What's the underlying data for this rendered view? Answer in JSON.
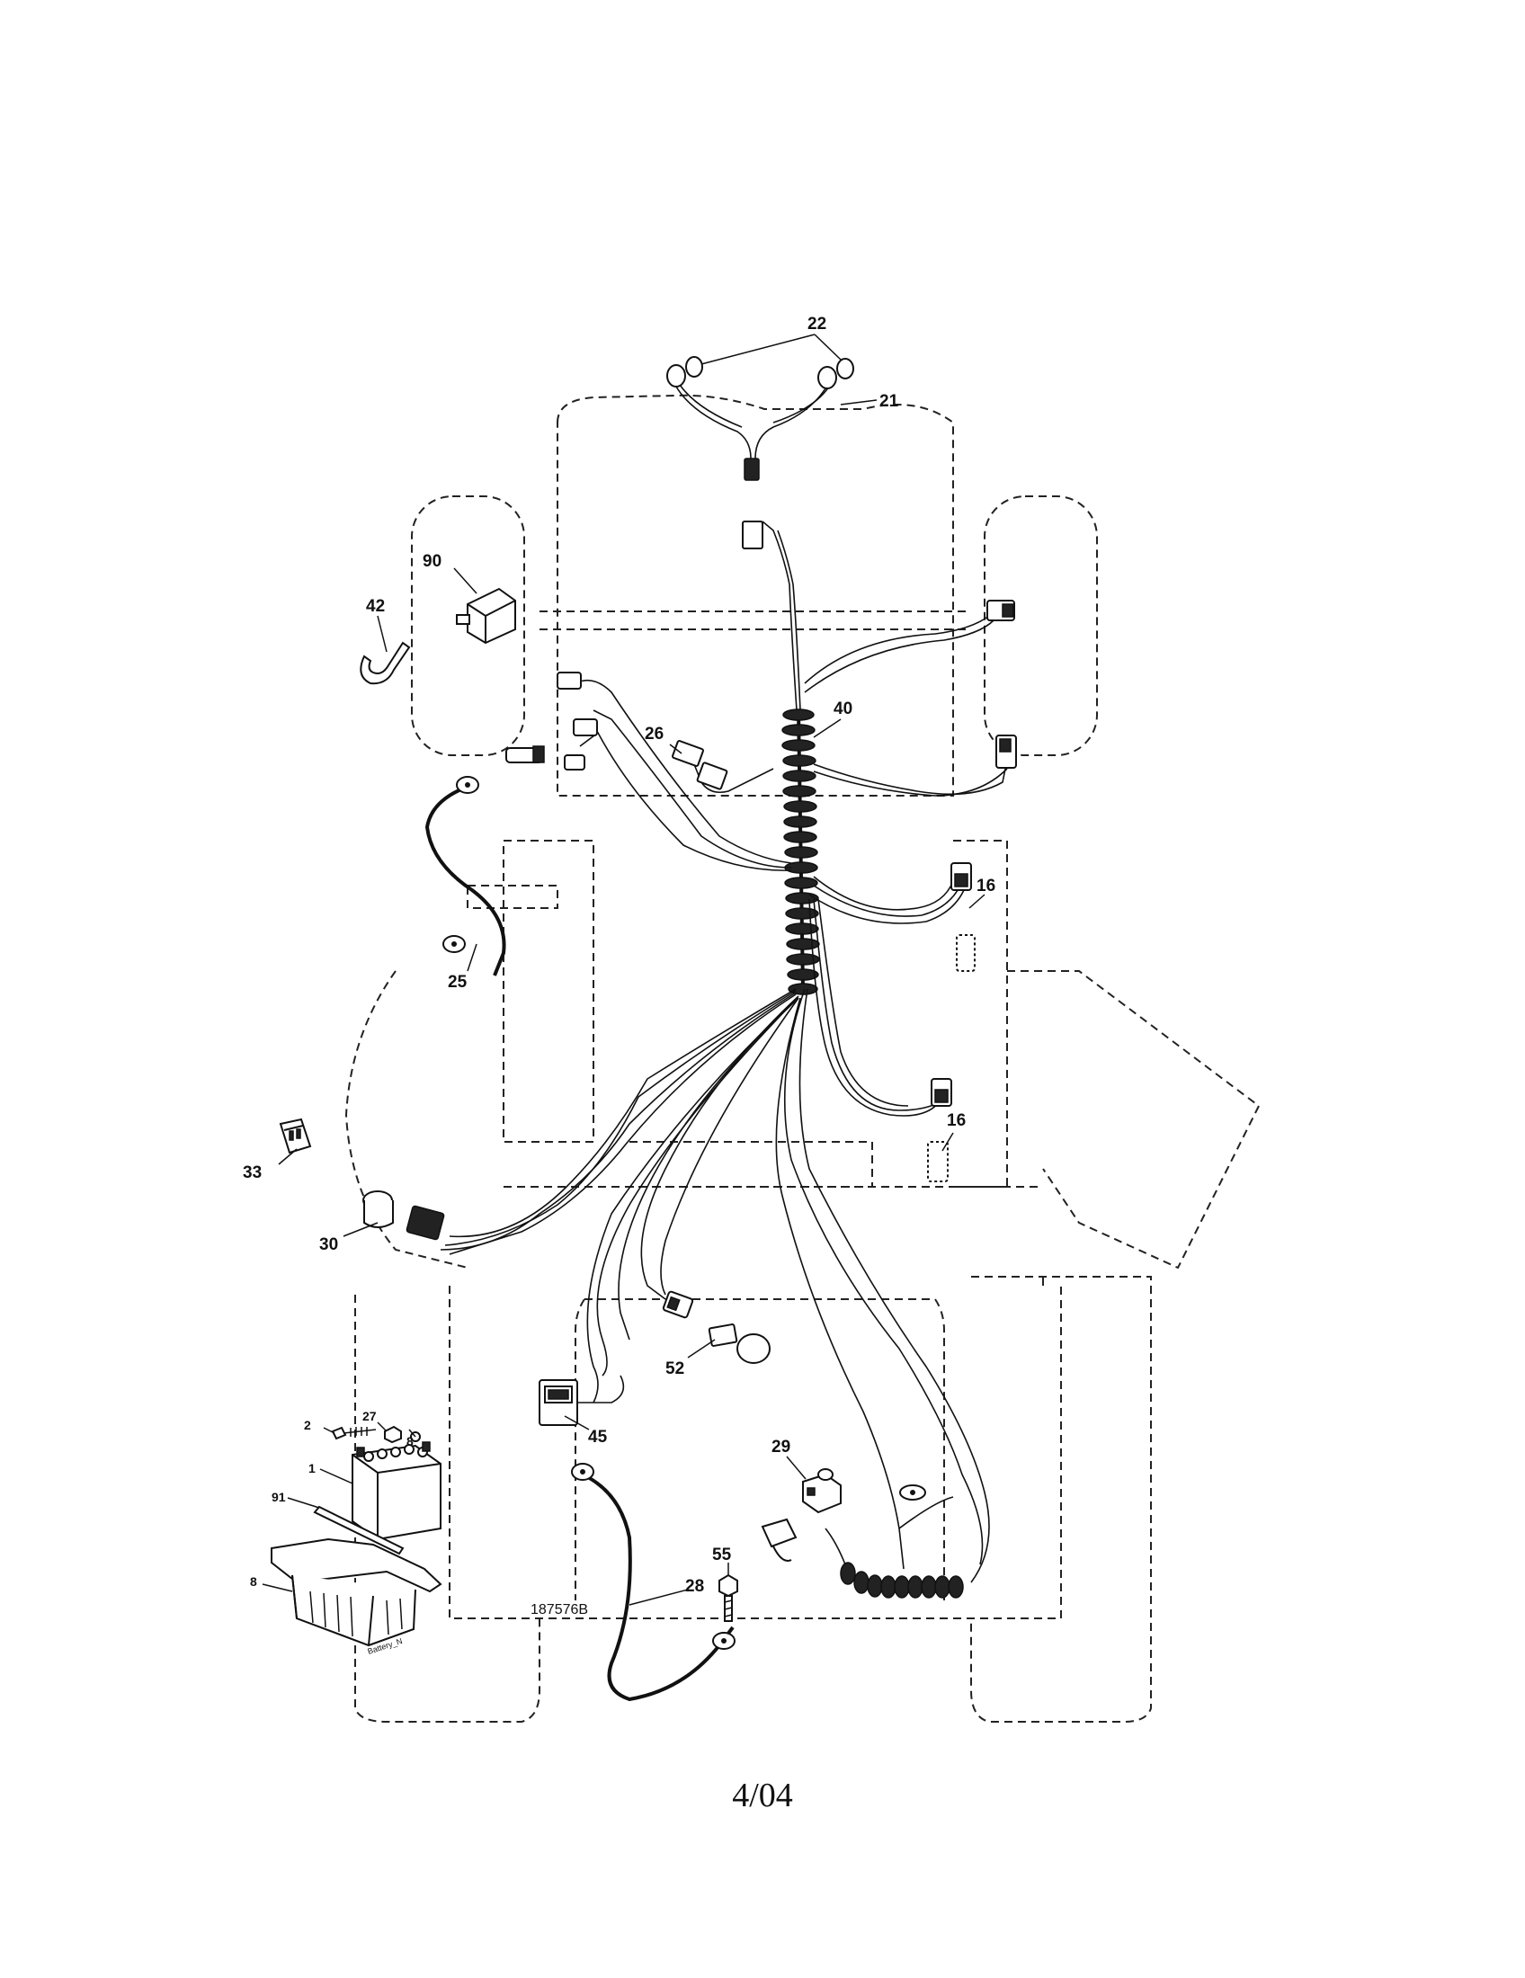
{
  "drawing_number": "187576B",
  "page_footer": "4/04",
  "battery_label": "Battery_N",
  "callouts": {
    "c22": "22",
    "c21": "21",
    "c90": "90",
    "c42": "42",
    "c40": "40",
    "c26": "26",
    "c16a": "16",
    "c25": "25",
    "c16b": "16",
    "c33": "33",
    "c30": "30",
    "c52": "52",
    "c2": "2",
    "c27": "27",
    "c8top": "8",
    "c45": "45",
    "c29": "29",
    "c1": "1",
    "c91": "91",
    "c55": "55",
    "c8": "8",
    "c28": "28"
  }
}
